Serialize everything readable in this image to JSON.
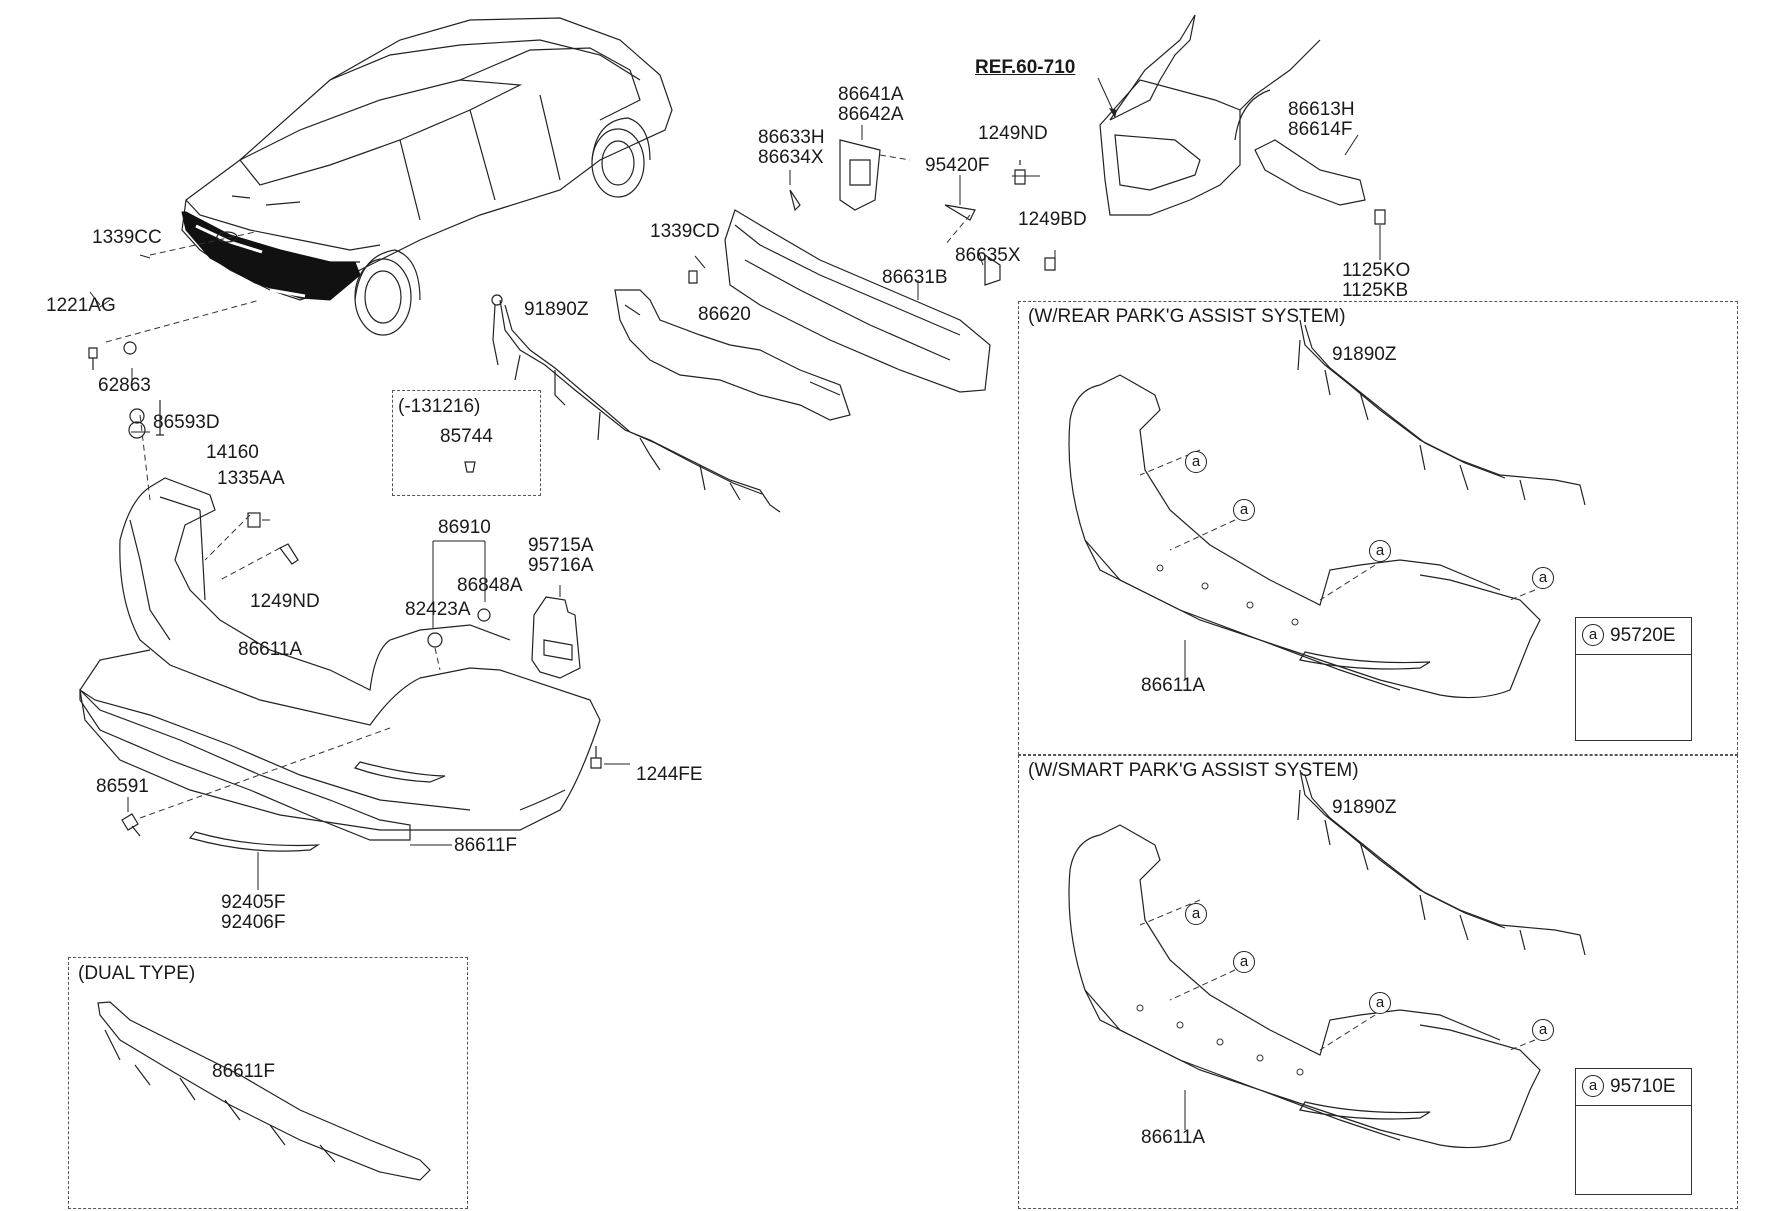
{
  "labels": {
    "p1339CC": "1339CC",
    "p1221AG": "1221AG",
    "p62863": "62863",
    "p86593D": "86593D",
    "p14160": "14160",
    "p1335AA": "1335AA",
    "p1249ND_a": "1249ND",
    "p86611A_main": "86611A",
    "p86591": "86591",
    "p86611F_main": "86611F",
    "p92405F": "92405F",
    "p92406F": "92406F",
    "p131216": "(-131216)",
    "p85744": "85744",
    "p91890Z_main": "91890Z",
    "p86620": "86620",
    "p86910": "86910",
    "p86848A": "86848A",
    "p82423A": "82423A",
    "p95715A": "95715A",
    "p95716A": "95716A",
    "p1244FE": "1244FE",
    "p86641A": "86641A",
    "p86642A": "86642A",
    "p86633H": "86633H",
    "p86634X": "86634X",
    "p1339CD": "1339CD",
    "p1249ND_b": "1249ND",
    "p95420F": "95420F",
    "p1249BD": "1249BD",
    "p86635X": "86635X",
    "p86631B": "86631B",
    "ref": "REF.60-710",
    "p86613H": "86613H",
    "p86614F": "86614F",
    "p1125KO": "1125KO",
    "p1125KB": "1125KB"
  },
  "boxes": {
    "dual": {
      "title": "(DUAL TYPE)",
      "part": "86611F"
    },
    "rear": {
      "title": "(W/REAR PARK'G ASSIST SYSTEM)",
      "harness": "91890Z",
      "bumper": "86611A",
      "sensor": "95720E"
    },
    "smart": {
      "title": "(W/SMART PARK'G ASSIST SYSTEM)",
      "harness": "91890Z",
      "bumper": "86611A",
      "sensor": "95710E"
    }
  },
  "callout_letter": "a"
}
